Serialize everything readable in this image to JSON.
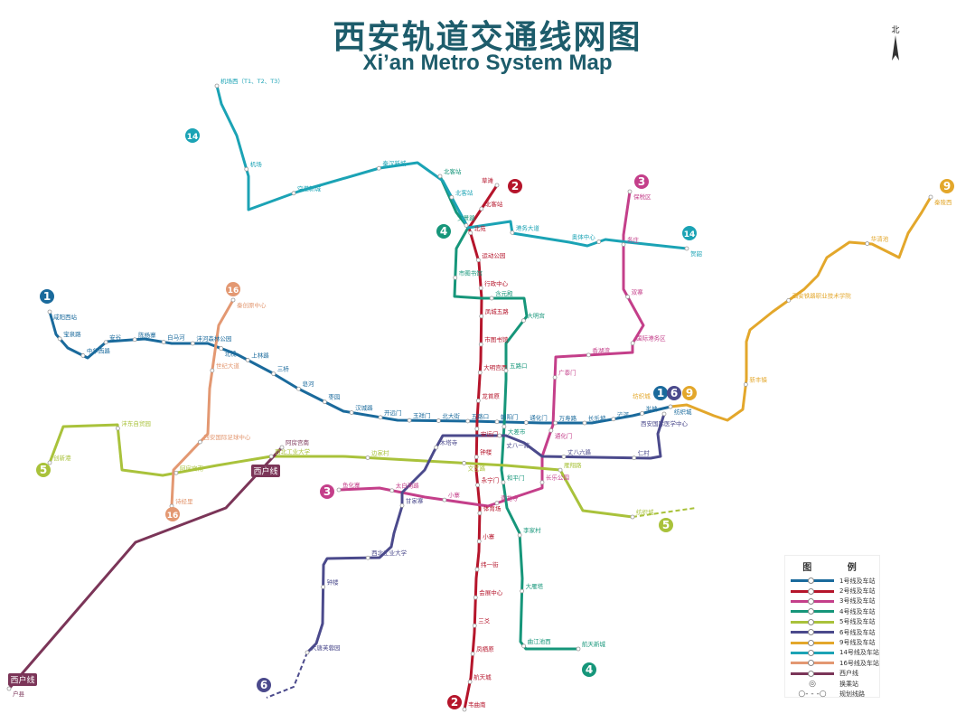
{
  "title_cn": "西安轨道交通线网图",
  "title_en": "Xi’an Metro System Map",
  "compass_label": "北",
  "colors": {
    "title": "#1d5c6b"
  },
  "lines": [
    {
      "id": "1",
      "name": "1号线及车站",
      "color": "#1a6a9c",
      "badge": "1"
    },
    {
      "id": "2",
      "name": "2号线及车站",
      "color": "#b5152b",
      "badge": "2"
    },
    {
      "id": "3",
      "name": "3号线及车站",
      "color": "#c43f8a",
      "badge": "3"
    },
    {
      "id": "4",
      "name": "4号线及车站",
      "color": "#16967a",
      "badge": "4"
    },
    {
      "id": "5",
      "name": "5号线及车站",
      "color": "#a9c23b",
      "badge": "5"
    },
    {
      "id": "6",
      "name": "6号线及车站",
      "color": "#4b4a8c",
      "badge": "6"
    },
    {
      "id": "9",
      "name": "9号线及车站",
      "color": "#e3a72b",
      "badge": "9"
    },
    {
      "id": "14",
      "name": "14号线及车站",
      "color": "#1ba3b5",
      "badge": "14"
    },
    {
      "id": "16",
      "name": "16号线及车站",
      "color": "#e39872",
      "badge": "16"
    },
    {
      "id": "xh",
      "name": "西户线",
      "color": "#7b3558",
      "badge": "西户线"
    }
  ],
  "legend": {
    "title": "图 例",
    "interchange_label": "换乘站",
    "planned_label": "规划线路"
  },
  "stations": {
    "1": [
      "咸阳西站",
      "宝泉路",
      "中华西路",
      "安谷",
      "陈杨寨",
      "白马河",
      "沣河森林公园",
      "北槐",
      "上林路",
      "三桥",
      "皂河",
      "枣园",
      "汉城路",
      "开远门",
      "玉祥门",
      "北大街",
      "五路口",
      "朝阳门",
      "通化门",
      "万寿路",
      "长乐坡",
      "浐河",
      "半坡",
      "纺织城"
    ],
    "2": [
      "草滩",
      "北客站",
      "北苑",
      "运动公园",
      "行政中心",
      "凤城五路",
      "市图书馆",
      "大明宫西",
      "龙首原",
      "安远门",
      "钟楼",
      "永宁门",
      "体育场",
      "小寨",
      "纬一街",
      "会展中心",
      "三爻",
      "凤栖原",
      "航天城",
      "韦曲南"
    ],
    "3": [
      "保税区",
      "务庄",
      "双寨",
      "国际港务区",
      "香湖湾",
      "广泰门",
      "通化门",
      "长乐公园",
      "青龙寺",
      "小寨",
      "太白南路",
      "鱼化寨"
    ],
    "4": [
      "北客站",
      "文景路",
      "市图书馆",
      "含元殿",
      "大明宫",
      "五路口",
      "大差市",
      "和平门",
      "李家村",
      "大雁塔",
      "曲江池西",
      "航天新城"
    ],
    "5": [
      "创新港",
      "沣东自贸园",
      "阿房宫南",
      "西北工业大学",
      "边家村",
      "文艺路",
      "雁翔路",
      "纺织城"
    ],
    "6": [
      "西安国际医学中心",
      "仁村",
      "丈八六路",
      "丈八一路",
      "木塔寺",
      "甘家寨",
      "西北工业大学",
      "钟楼",
      "大唐芙蓉园"
    ],
    "9": [
      "秦陵西",
      "华清池",
      "西安铁路职业技术学院",
      "新丰镇",
      "纺织城"
    ],
    "14": [
      "机场西（T1、T2、T3）",
      "机场",
      "空港新城",
      "秦汉新城",
      "北客站",
      "港务大道",
      "奥体中心",
      "贺韶"
    ],
    "16": [
      "秦创原中心",
      "世纪大道",
      "西安国际足球中心",
      "诗经里"
    ],
    "xh": [
      "阿房宫南",
      "户县"
    ]
  }
}
